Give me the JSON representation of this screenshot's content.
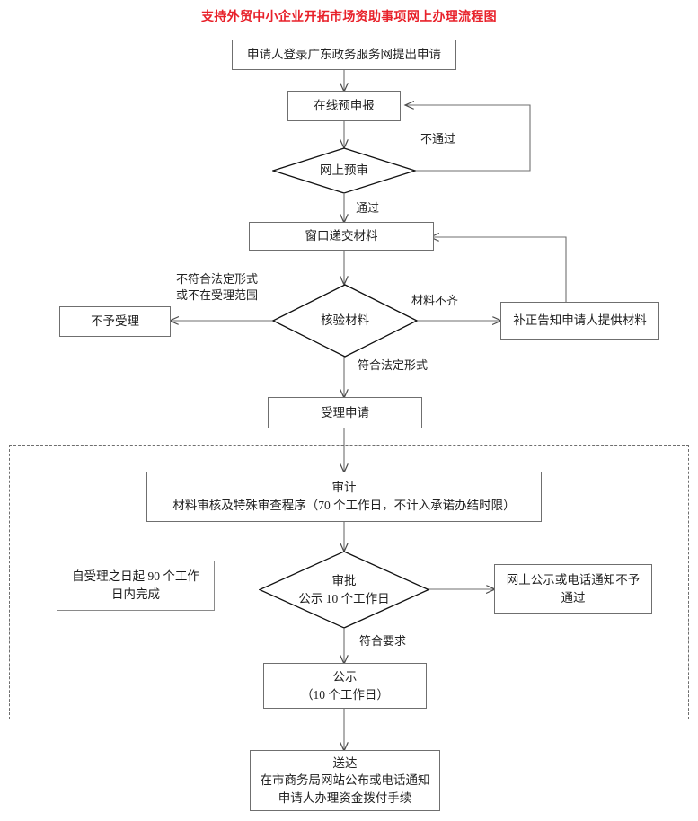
{
  "title": "支持外贸中小企业开拓市场资助事项网上办理流程图",
  "colors": {
    "title": "#e8212a",
    "stroke": "#6f6f6f",
    "diamond_stroke": "#111111",
    "text": "#222222",
    "background": "#ffffff"
  },
  "nodes": {
    "apply": {
      "label": "申请人登录广东政务服务网提出申请"
    },
    "online_predeclare": {
      "label": "在线预申报"
    },
    "online_preaudit": {
      "label": "网上预审"
    },
    "submit_window": {
      "label": "窗口递交材料"
    },
    "verify_materials": {
      "label": "核验材料"
    },
    "not_accepted": {
      "label": "不予受理"
    },
    "notify_supplement": {
      "label": "补正告知申请人提供材料"
    },
    "accept_application": {
      "label": "受理申请"
    },
    "audit": {
      "line1": "审计",
      "line2": "材料审核及特殊审查程序（70 个工作日，不计入承诺办结时限）"
    },
    "approval": {
      "line1": "审批",
      "line2": "公示 10 个工作日"
    },
    "time_note": {
      "line1": "自受理之日起 90 个工作",
      "line2": "日内完成"
    },
    "reject_notice": {
      "line1": "网上公示或电话通知不予",
      "line2": "通过"
    },
    "publicity": {
      "line1": "公示",
      "line2": "（10 个工作日）"
    },
    "deliver": {
      "line1": "送达",
      "line2": "在市商务局网站公布或电话通知",
      "line3": "申请人办理资金拨付手续"
    }
  },
  "edge_labels": {
    "fail_preaudit": "不通过",
    "pass_preaudit": "通过",
    "illegal_form_line1": "不符合法定形式",
    "illegal_form_line2": "或不在受理范围",
    "incomplete_materials": "材料不齐",
    "legal_form": "符合法定形式",
    "meets_requirement": "符合要求"
  }
}
